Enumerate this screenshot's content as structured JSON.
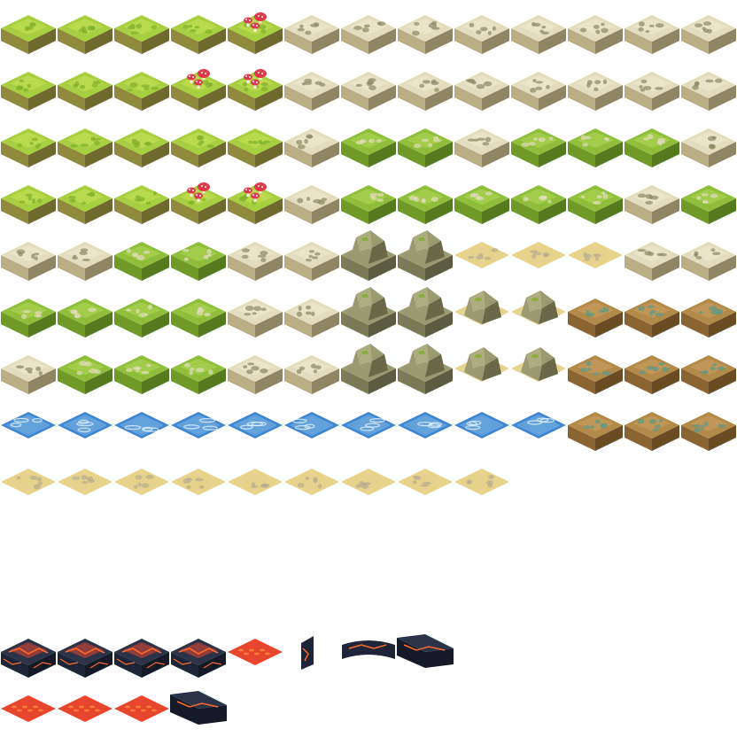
{
  "sheet": {
    "palettes": {
      "grass": {
        "top": "#a8cf3f",
        "hi": "#c9e35a",
        "left": "#8f8a3e",
        "right": "#6f6a2e",
        "detail": "#7fb02a"
      },
      "stone": {
        "top": "#e3dcbd",
        "hi": "#f1ecd4",
        "left": "#b9ae86",
        "right": "#8f8562",
        "detail": "#8a8a62"
      },
      "moss": {
        "top": "#8fbf3a",
        "hi": "#b3d85a",
        "left": "#6f9a28",
        "right": "#557a1e",
        "detail": "#e3dcbd"
      },
      "rock": {
        "top": "#9a9a70",
        "hi": "#b6b58a",
        "left": "#7a7a56",
        "right": "#5c5c40",
        "detail": "#7fb02a"
      },
      "sand": {
        "top": "#e6d28a",
        "hi": "#f0e0a2",
        "left": "#cdb76a",
        "right": "#b59e58",
        "detail": "#b8ad90"
      },
      "dirt": {
        "top": "#b38a4a",
        "hi": "#c9a060",
        "left": "#8a6532",
        "right": "#6a4c24",
        "detail": "#5e9a88"
      },
      "water": {
        "top": "#3f87d2",
        "hi": "#a9d3f2",
        "left": "#2f6fb5",
        "right": "#2a5f9e",
        "detail": "#e6f4ff"
      },
      "lava": {
        "top": "#2a3348",
        "hi": "#e8452e",
        "left": "#1e2538",
        "right": "#151a28",
        "detail": "#ff6a2a"
      },
      "mush": {
        "top": "#e0394a",
        "hi": "#ffffff",
        "left": "#c9b08a",
        "right": "#a89070",
        "detail": "#f5f0e6"
      }
    },
    "rows": [
      {
        "tiles": [
          "grass",
          "grass",
          "grass",
          "grass",
          "grass",
          "stone",
          "stone",
          "stone",
          "stone",
          "stone",
          "stone",
          "stone",
          "stone"
        ],
        "mushrooms": [
          4
        ]
      },
      {
        "tiles": [
          "grass",
          "grass",
          "grass",
          "grass",
          "grass",
          "stone",
          "stone",
          "stone",
          "stone",
          "stone",
          "stone",
          "stone",
          "stone"
        ],
        "mushrooms": [
          3,
          4
        ]
      },
      {
        "tiles": [
          "grass",
          "grass",
          "grass",
          "grass",
          "grass",
          "stone",
          "moss",
          "moss",
          "stone",
          "moss",
          "moss",
          "moss",
          "stone"
        ],
        "mushrooms": []
      },
      {
        "tiles": [
          "grass",
          "grass",
          "grass",
          "grass",
          "grass",
          "stone",
          "moss",
          "moss",
          "moss",
          "moss",
          "moss",
          "stone",
          "moss"
        ],
        "mushrooms": [
          3,
          4
        ]
      },
      {
        "tiles": [
          "stone",
          "stone",
          "moss",
          "moss",
          "stone",
          "stone",
          "rock",
          "rock",
          "sand_flat",
          "sand_flat",
          "sand_flat",
          "stone",
          "stone"
        ],
        "mushrooms": []
      },
      {
        "tiles": [
          "moss",
          "moss",
          "moss",
          "moss",
          "stone",
          "stone",
          "rock",
          "rock",
          "sand_rock",
          "sand_rock",
          "dirt",
          "dirt",
          "dirt"
        ],
        "mushrooms": []
      },
      {
        "tiles": [
          "stone",
          "moss",
          "moss",
          "moss",
          "stone",
          "stone",
          "rock",
          "rock",
          "sand_rock",
          "sand_rock",
          "dirt",
          "dirt",
          "dirt"
        ],
        "mushrooms": []
      },
      {
        "tiles": [
          "water",
          "water",
          "water",
          "water",
          "water",
          "water",
          "water",
          "water",
          "water",
          "water",
          "dirt",
          "dirt",
          "dirt"
        ],
        "mushrooms": []
      },
      {
        "tiles": [
          "sand_flat",
          "sand_flat",
          "sand_flat",
          "sand_flat",
          "sand_flat",
          "sand_flat",
          "sand_flat",
          "sand_flat",
          "sand_flat"
        ],
        "mushrooms": []
      }
    ],
    "lava_rows": [
      {
        "tiles": [
          "lava",
          "lava",
          "lava",
          "lava",
          "lava_flat",
          "lava_piece",
          "lava_arch",
          "lava_ramp"
        ]
      },
      {
        "tiles": [
          "lava_flat",
          "lava_flat",
          "lava_flat",
          "lava_ramp"
        ]
      }
    ]
  }
}
